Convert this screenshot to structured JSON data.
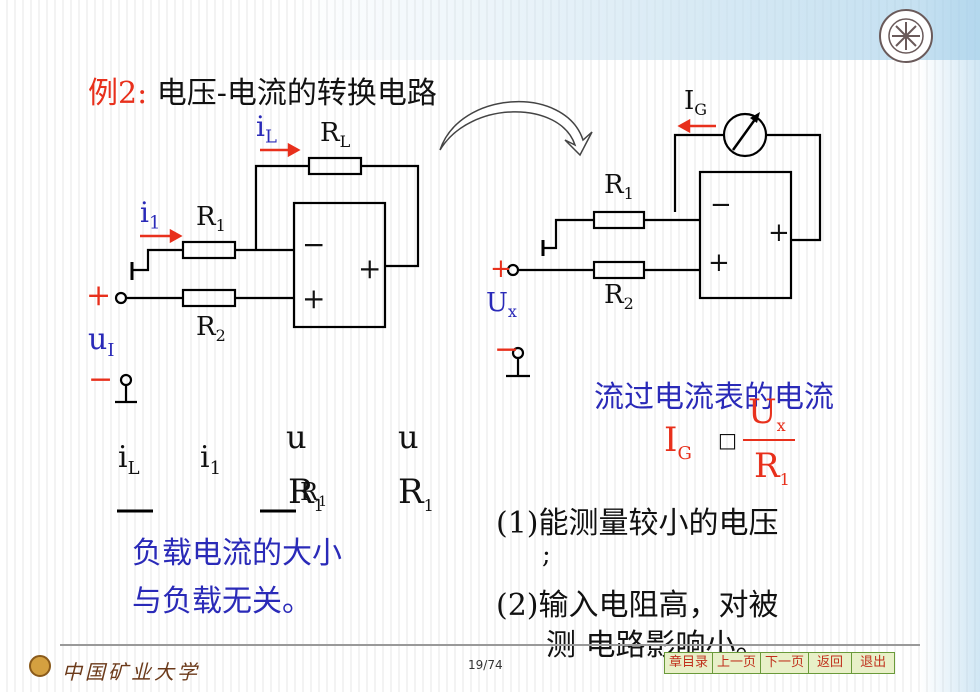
{
  "slide": {
    "title": "例2: 电压-电流的转换电路",
    "title_prefix": "例2:",
    "title_main": " 电压-电流的转换电路"
  },
  "left_circuit": {
    "iL": "i",
    "iL_sub": "L",
    "RL": "R",
    "RL_sub": "L",
    "i1": "i",
    "i1_sub": "1",
    "R1": "R",
    "R1_sub": "1",
    "R2": "R",
    "R2_sub": "2",
    "plus_in": "+",
    "minus_in": "−",
    "uI": "u",
    "uI_sub": "I",
    "opamp_minus": "−",
    "opamp_plus": "+",
    "opamp_out_plus": "+"
  },
  "right_circuit": {
    "IG": "I",
    "IG_sub": "G",
    "R1": "R",
    "R1_sub": "1",
    "R2": "R",
    "R2_sub": "2",
    "plus_in": "+",
    "minus_in": "−",
    "Ux": "U",
    "Ux_sub": "x",
    "opamp_minus": "−",
    "opamp_plus": "+",
    "opamp_out_plus": "+"
  },
  "equation_left": {
    "iL": "i",
    "iL_sub": "L",
    "i1": "i",
    "i1_sub": "1",
    "u1": "u",
    "u2": "u",
    "R_a": "R",
    "R_a_sub": "1",
    "R_b": "R",
    "R_b_sub": "1",
    "R_c": "R",
    "R_c_sub": "1"
  },
  "note_left": [
    "负载电流的大小",
    "与负载无关。"
  ],
  "meter_caption": "流过电流表的电流",
  "equation_right": {
    "I": "I",
    "I_sub": "G",
    "box": "□",
    "num": "U",
    "num_sub": "x",
    "den": "R",
    "den_sub": "1"
  },
  "points": [
    "(1)能测量较小的电压",
    ";",
    "(2)输入电阻高，对被",
    "测  电路影响小。"
  ],
  "footer": {
    "logo": "中国矿业大学",
    "page": "19/74",
    "nav": [
      "章目录",
      "上一页",
      "下一页",
      "返回",
      "退出"
    ]
  },
  "colors": {
    "red": "#e8301c",
    "blue": "#2a2ab8",
    "nav_border": "#6a9a3a"
  }
}
